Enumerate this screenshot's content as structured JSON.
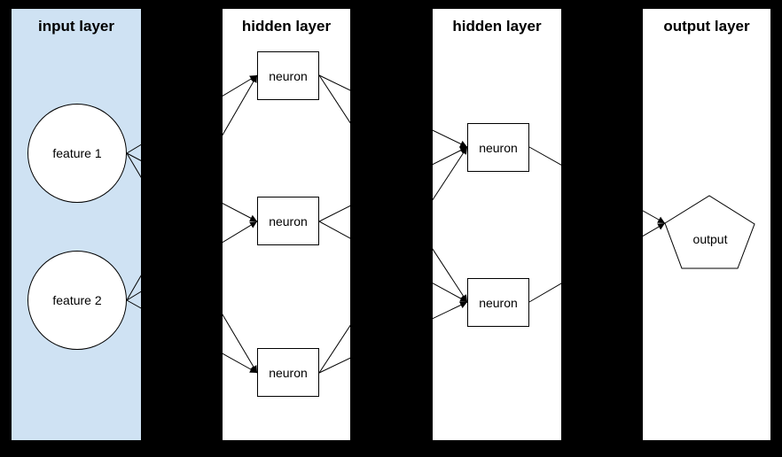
{
  "diagram": {
    "type": "neural-network",
    "background_color": "#000000",
    "panels": [
      {
        "id": "input",
        "title": "input layer",
        "bg": "#cfe2f3"
      },
      {
        "id": "hidden1",
        "title": "hidden layer",
        "bg": "#ffffff"
      },
      {
        "id": "hidden2",
        "title": "hidden layer",
        "bg": "#ffffff"
      },
      {
        "id": "output",
        "title": "output layer",
        "bg": "#ffffff"
      }
    ],
    "nodes": [
      {
        "id": "feature1",
        "label": "feature 1",
        "shape": "circle",
        "layer": "input"
      },
      {
        "id": "feature2",
        "label": "feature 2",
        "shape": "circle",
        "layer": "input"
      },
      {
        "id": "h1n1",
        "label": "neuron",
        "shape": "rect",
        "layer": "hidden1"
      },
      {
        "id": "h1n2",
        "label": "neuron",
        "shape": "rect",
        "layer": "hidden1"
      },
      {
        "id": "h1n3",
        "label": "neuron",
        "shape": "rect",
        "layer": "hidden1"
      },
      {
        "id": "h2n1",
        "label": "neuron",
        "shape": "rect",
        "layer": "hidden2"
      },
      {
        "id": "h2n2",
        "label": "neuron",
        "shape": "rect",
        "layer": "hidden2"
      },
      {
        "id": "output",
        "label": "output",
        "shape": "pentagon",
        "layer": "output"
      }
    ],
    "edges": [
      [
        "feature1",
        "h1n1"
      ],
      [
        "feature1",
        "h1n2"
      ],
      [
        "feature1",
        "h1n3"
      ],
      [
        "feature2",
        "h1n1"
      ],
      [
        "feature2",
        "h1n2"
      ],
      [
        "feature2",
        "h1n3"
      ],
      [
        "h1n1",
        "h2n1"
      ],
      [
        "h1n1",
        "h2n2"
      ],
      [
        "h1n2",
        "h2n1"
      ],
      [
        "h1n2",
        "h2n2"
      ],
      [
        "h1n3",
        "h2n1"
      ],
      [
        "h1n3",
        "h2n2"
      ],
      [
        "h2n1",
        "output"
      ],
      [
        "h2n2",
        "output"
      ]
    ],
    "colors": {
      "edge": "#000000",
      "node_fill": "#ffffff",
      "node_stroke": "#000000",
      "title_text": "#000000",
      "input_panel_bg": "#cfe2f3"
    }
  }
}
